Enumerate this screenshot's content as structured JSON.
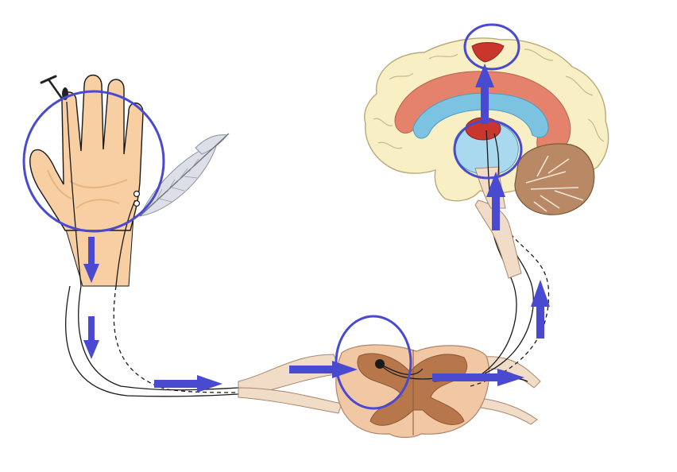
{
  "colors": {
    "highlight": "#4a4ad0",
    "skin": "#f7cfa3",
    "skin_shade": "#e9b57f",
    "outline": "#1a1a1a",
    "brain_fold": "#f8efc4",
    "cortex_band": "#e4826c",
    "ventricle": "#7cc3e2",
    "thalamus": "#c9372c",
    "cerebellum": "#b88964",
    "cord_outer": "#f2c7a4",
    "cord_gray": "#b7774a",
    "nerve": "#f1dcc8",
    "feather": "#dcdfe8",
    "pin": "#222222"
  },
  "icons": [
    "hand-icon",
    "pin-icon",
    "feather-icon",
    "brain-icon",
    "spinal-cord-icon",
    "neuron-body-icon",
    "signal-arrow-icon",
    "highlight-circle-icon"
  ],
  "pathway": [
    "hand-receptor",
    "peripheral-nerve",
    "spinal-cord-synapse",
    "ascending-tract",
    "thalamus",
    "somatosensory-cortex"
  ]
}
